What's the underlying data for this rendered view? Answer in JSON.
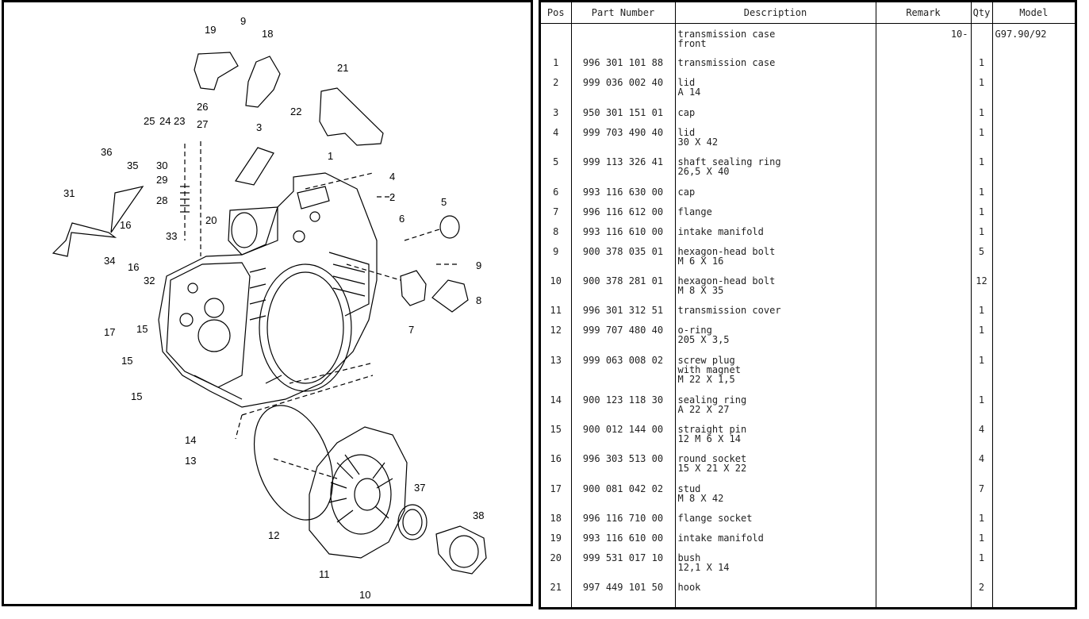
{
  "diagram": {
    "callouts": [
      "1",
      "2",
      "3",
      "4",
      "5",
      "6",
      "7",
      "8",
      "9",
      "9",
      "10",
      "11",
      "12",
      "13",
      "14",
      "15",
      "15",
      "15",
      "16",
      "16",
      "17",
      "18",
      "19",
      "20",
      "21",
      "22",
      "23",
      "24",
      "25",
      "26",
      "27",
      "28",
      "29",
      "30",
      "31",
      "32",
      "33",
      "34",
      "35",
      "36",
      "37",
      "38"
    ]
  },
  "table": {
    "headers": [
      "Pos",
      "Part Number",
      "Description",
      "Remark",
      "Qty",
      "Model"
    ],
    "rows": [
      {
        "pos": "",
        "part": "",
        "desc": "transmission case\nfront",
        "remark": "10-",
        "qty": "",
        "model": "G97.90/92"
      },
      {
        "pos": "1",
        "part": "996 301 101 88",
        "desc": "transmission case",
        "remark": "",
        "qty": "1",
        "model": ""
      },
      {
        "pos": "2",
        "part": "999 036 002 40",
        "desc": "lid\nA 14",
        "remark": "",
        "qty": "1",
        "model": ""
      },
      {
        "pos": "3",
        "part": "950 301 151 01",
        "desc": "cap",
        "remark": "",
        "qty": "1",
        "model": ""
      },
      {
        "pos": "4",
        "part": "999 703 490 40",
        "desc": "lid\n30 X 42",
        "remark": "",
        "qty": "1",
        "model": ""
      },
      {
        "pos": "5",
        "part": "999 113 326 41",
        "desc": "shaft sealing ring\n26,5 X 40",
        "remark": "",
        "qty": "1",
        "model": ""
      },
      {
        "pos": "6",
        "part": "993 116 630 00",
        "desc": "cap",
        "remark": "",
        "qty": "1",
        "model": ""
      },
      {
        "pos": "7",
        "part": "996 116 612 00",
        "desc": "flange",
        "remark": "",
        "qty": "1",
        "model": ""
      },
      {
        "pos": "8",
        "part": "993 116 610 00",
        "desc": "intake manifold",
        "remark": "",
        "qty": "1",
        "model": ""
      },
      {
        "pos": "9",
        "part": "900 378 035 01",
        "desc": "hexagon-head bolt\nM 6 X 16",
        "remark": "",
        "qty": "5",
        "model": ""
      },
      {
        "pos": "10",
        "part": "900 378 281 01",
        "desc": "hexagon-head bolt\nM 8 X 35",
        "remark": "",
        "qty": "12",
        "model": ""
      },
      {
        "pos": "11",
        "part": "996 301 312 51",
        "desc": "transmission cover",
        "remark": "",
        "qty": "1",
        "model": ""
      },
      {
        "pos": "12",
        "part": "999 707 480 40",
        "desc": "o-ring\n205 X 3,5",
        "remark": "",
        "qty": "1",
        "model": ""
      },
      {
        "pos": "13",
        "part": "999 063 008 02",
        "desc": "screw plug\nwith magnet\nM 22 X 1,5",
        "remark": "",
        "qty": "1",
        "model": ""
      },
      {
        "pos": "14",
        "part": "900 123 118 30",
        "desc": "sealing ring\nA 22 X 27",
        "remark": "",
        "qty": "1",
        "model": ""
      },
      {
        "pos": "15",
        "part": "900 012 144 00",
        "desc": "straight pin\n12 M 6 X 14",
        "remark": "",
        "qty": "4",
        "model": ""
      },
      {
        "pos": "16",
        "part": "996 303 513 00",
        "desc": "round socket\n15 X 21 X 22",
        "remark": "",
        "qty": "4",
        "model": ""
      },
      {
        "pos": "17",
        "part": "900 081 042 02",
        "desc": "stud\nM 8 X 42",
        "remark": "",
        "qty": "7",
        "model": ""
      },
      {
        "pos": "18",
        "part": "996 116 710 00",
        "desc": "flange socket",
        "remark": "",
        "qty": "1",
        "model": ""
      },
      {
        "pos": "19",
        "part": "993 116 610 00",
        "desc": "intake manifold",
        "remark": "",
        "qty": "1",
        "model": ""
      },
      {
        "pos": "20",
        "part": "999 531 017 10",
        "desc": "bush\n12,1 X 14",
        "remark": "",
        "qty": "1",
        "model": ""
      },
      {
        "pos": "21",
        "part": "997 449 101 50",
        "desc": "hook",
        "remark": "",
        "qty": "2",
        "model": ""
      }
    ]
  }
}
